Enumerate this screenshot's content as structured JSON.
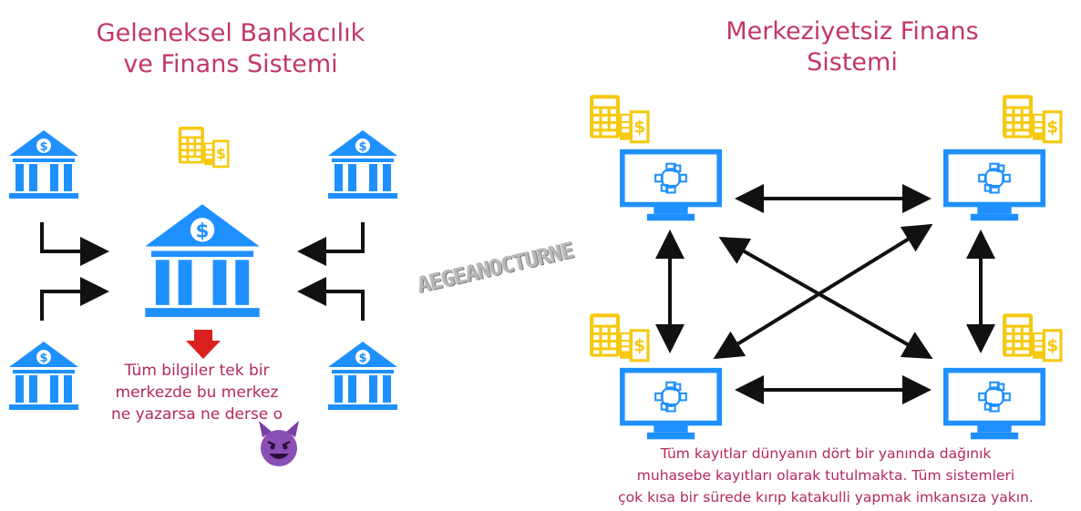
{
  "left": {
    "title_line1": "Geleneksel Bankacılık",
    "title_line2": "ve Finans Sistemi",
    "caption_line1": "Tüm bilgiler tek bir",
    "caption_line2": "merkezde bu merkez",
    "caption_line3": "ne yazarsa ne derse o",
    "emoji": "😈"
  },
  "right": {
    "title_line1": "Merkeziyetsiz Finans",
    "title_line2": "Sistemi",
    "caption_line1": "Tüm kayıtlar dünyanın dört bir yanında dağınık",
    "caption_line2": "muhasebe kayıtları olarak tutulmakta.  Tüm sistemleri",
    "caption_line3": "çok kısa bir sürede kırıp katakulli yapmak imkansıza yakın."
  },
  "watermark": "AEGEANOCTURNE",
  "icons": {
    "bank": "bank-icon",
    "main_bank": "central-bank-icon",
    "calculator": "calculator-icon",
    "computer": "computer-monitor-icon",
    "down_arrow": "down-arrow-icon"
  },
  "colors": {
    "icon_blue": "#1e90ff",
    "title_pink": "#c2366a",
    "caption_pink": "#b4285e",
    "calc_yellow": "#f6c90e",
    "arrow_red": "#d9201f",
    "line_black": "#111111"
  }
}
